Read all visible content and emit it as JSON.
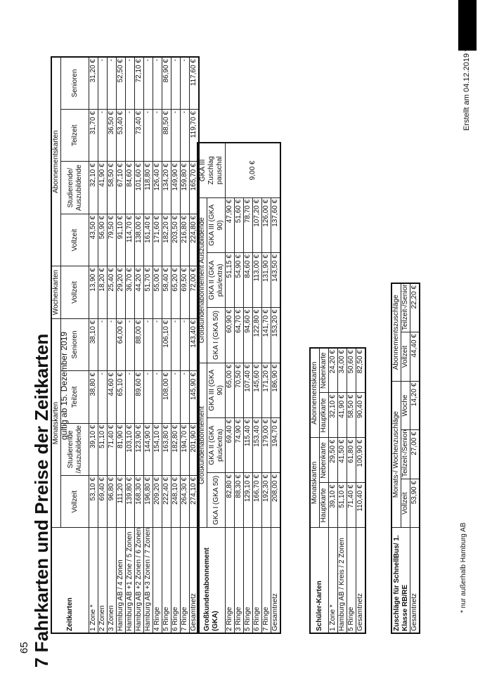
{
  "page": {
    "title": "7  Fahrkarten und Preise der Zeitkarten",
    "subtitle": "gültig ab 15. Dezember 2019",
    "created": "Erstellt am 04.12.2019 von",
    "page_number": "65",
    "footnote": "* nur außerhalb Hamburg AB"
  },
  "zeitkarten": {
    "title": "Zeitkarten",
    "group_monats": "Monatskarten",
    "group_wochen": "Wochenkarten",
    "group_abo": "Abonnementskarten",
    "cols": [
      "Vollzeit",
      "Studierende /Auszubildende",
      "Teilzeit",
      "Senioren",
      "Vollzeit",
      "Vollzeit",
      "Studierende/ Auszubildende",
      "Teilzeit",
      "Senioren"
    ],
    "rows": [
      {
        "label": "1 Zone *",
        "v": [
          "53,10 €",
          "39,10 €",
          "38,80 €",
          "38,10 €",
          "13,90 €",
          "43,50 €",
          "32,10 €",
          "31,70 €",
          "31,20 €"
        ]
      },
      {
        "label": "2 Zonen",
        "v": [
          "69,40 €",
          "51,10 €",
          "-",
          "-",
          "18,20 €",
          "56,90 €",
          "41,90 €",
          "-",
          "-"
        ]
      },
      {
        "label": "3 Zonen",
        "v": [
          "96,80 €",
          "71,40 €",
          "44,60 €",
          "-",
          "25,40 €",
          "79,50 €",
          "58,50 €",
          "36,50 €",
          "-"
        ]
      },
      {
        "label": "Hamburg AB / 4 Zonen",
        "v": [
          "111,20 €",
          "81,90 €",
          "65,10 €",
          "64,00 €",
          "29,20 €",
          "91,10 €",
          "67,10 €",
          "53,40 €",
          "52,50 €"
        ]
      },
      {
        "label": "Hamburg AB +1 Zone / 5 Zonen",
        "v": [
          "139,80 €",
          "103,10 €",
          "-",
          "-",
          "36,70 €",
          "114,70 €",
          "84,60 €",
          "-",
          "-"
        ]
      },
      {
        "label": "Hamburg AB +2 Zonen / 6 Zonen",
        "v": [
          "168,30 €",
          "123,90 €",
          "89,60 €",
          "88,00 €",
          "44,20 €",
          "138,00 €",
          "101,60 €",
          "73,40 €",
          "72,10 €"
        ]
      },
      {
        "label": "Hamburg AB +3 Zonen / 7 Zonen",
        "v": [
          "196,80 €",
          "144,90 €",
          "-",
          "-",
          "51,70 €",
          "161,40 €",
          "118,80 €",
          "-",
          "-"
        ]
      },
      {
        "label": "4 Ringe",
        "v": [
          "209,20 €",
          "154,10 €",
          "-",
          "-",
          "55,00 €",
          "171,60 €",
          "126,40 €",
          "-",
          "-"
        ]
      },
      {
        "label": "5 Ringe",
        "v": [
          "222,40 €",
          "163,80 €",
          "108,00 €",
          "106,10 €",
          "58,40 €",
          "182,20 €",
          "134,20 €",
          "88,50 €",
          "86,90 €"
        ]
      },
      {
        "label": "6 Ringe",
        "v": [
          "248,10 €",
          "182,80 €",
          "-",
          "-",
          "65,20 €",
          "203,50 €",
          "149,90 €",
          "-",
          "-"
        ]
      },
      {
        "label": "7 Ringe",
        "v": [
          "264,30 €",
          "194,70 €",
          "-",
          "-",
          "69,50 €",
          "216,80 €",
          "159,80 €",
          "-",
          "-"
        ]
      },
      {
        "label": "Gesamtnetz",
        "v": [
          "274,10 €",
          "201,90 €",
          "145,90 €",
          "143,40 €",
          "72,00 €",
          "224,80 €",
          "165,70 €",
          "119,70 €",
          "117,60 €"
        ]
      }
    ]
  },
  "gka": {
    "title": "Großkundenabonnement (GKA)",
    "group1": "Großkundenabonnement",
    "group2": "Großkundenabonnement Auszubildende",
    "cols": [
      "GKA I (GKA 50)",
      "GKA II (GKA plus/extra)",
      "GKA III (GKA 90)",
      "GKA I (GKA 50)",
      "GKA II (GKA plus/extra)",
      "GKA III (GKA 90)",
      "GKA III Zuschlag pauschal"
    ],
    "zuschlag": "9,00 €",
    "rows": [
      {
        "label": "2 Ringe",
        "v": [
          "82,80 €",
          "69,40 €",
          "65,00 €",
          "60,90 €",
          "51,15 €",
          "47,90 €"
        ]
      },
      {
        "label": "3 Ringe",
        "v": [
          "88,30 €",
          "74,90 €",
          "70,50 €",
          "64,70 €",
          "54,90 €",
          "51,60 €"
        ]
      },
      {
        "label": "5 Ringe",
        "v": [
          "129,10 €",
          "115,40 €",
          "107,40 €",
          "94,60 €",
          "84,60 €",
          "78,70 €"
        ]
      },
      {
        "label": "6 Ringe",
        "v": [
          "166,70 €",
          "153,40 €",
          "145,60 €",
          "122,80 €",
          "113,00 €",
          "107,20 €"
        ]
      },
      {
        "label": "7 Ringe",
        "v": [
          "192,30 €",
          "179,00 €",
          "171,20 €",
          "141,70 €",
          "131,90 €",
          "126,00 €"
        ]
      },
      {
        "label": "Gesamtnetz",
        "v": [
          "208,00 €",
          "194,70 €",
          "186,90 €",
          "153,20 €",
          "143,50 €",
          "137,60 €"
        ]
      }
    ]
  },
  "schueler": {
    "title": "Schüler-Karten",
    "group1": "Monatskarten",
    "group2": "Abonnementskarten",
    "cols": [
      "Hauptkarte",
      "Nebenkarte",
      "Hauptkarte",
      "Nebenkarte"
    ],
    "rows": [
      {
        "label": "1 Zone *",
        "v": [
          "39,10 €",
          "29,50 €",
          "32,10 €",
          "24,20 €"
        ]
      },
      {
        "label": "Hamburg AB / Kreis / 2 Zonen",
        "v": [
          "51,10 €",
          "41,50 €",
          "41,90 €",
          "34,00 €"
        ]
      },
      {
        "label": "5 Ringe",
        "v": [
          "71,40 €",
          "61,80 €",
          "58,50 €",
          "50,60 €"
        ]
      },
      {
        "label": "Gesamtnetz",
        "v": [
          "110,40 €",
          "100,90 €",
          "90,40 €",
          "82,50 €"
        ]
      }
    ]
  },
  "zuschlaege": {
    "title": "Zuschläge für SchnellBus/ 1. Klasse RB/RE",
    "group1": "Monats-/ Wochenzuschläge",
    "group2": "Abonnementszuschläge",
    "cols": [
      "Vollzeit",
      "Teilzeit-/Senioren",
      "Woche",
      "Vollzeit",
      "Teilzeit-/Senioren"
    ],
    "rows": [
      {
        "label": "Gesamtnetz",
        "v": [
          "53,90 €",
          "27,00 €",
          "14,20 €",
          "44,40 €",
          "22,20 €"
        ]
      }
    ]
  }
}
